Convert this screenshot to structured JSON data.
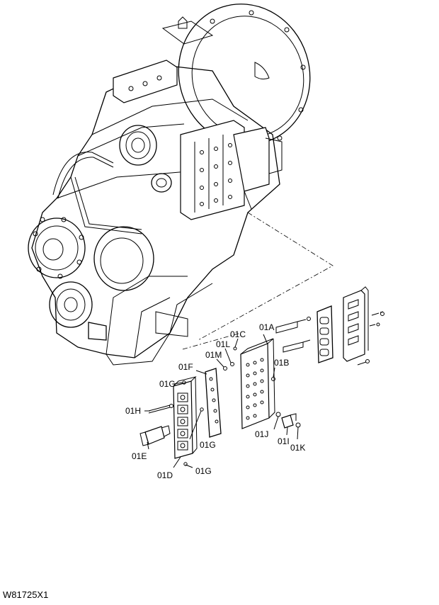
{
  "figure_code": "W81725X1",
  "callouts": {
    "c01A": "01A",
    "c01B": "01B",
    "c01C": "01C",
    "c01D": "01D",
    "c01E": "01E",
    "c01F": "01F",
    "c01G_top": "01G",
    "c01G_mid": "01G",
    "c01G_bot": "01G",
    "c01H": "01H",
    "c01I": "01I",
    "c01J": "01J",
    "c01K": "01K",
    "c01L": "01L",
    "c01M": "01M"
  }
}
